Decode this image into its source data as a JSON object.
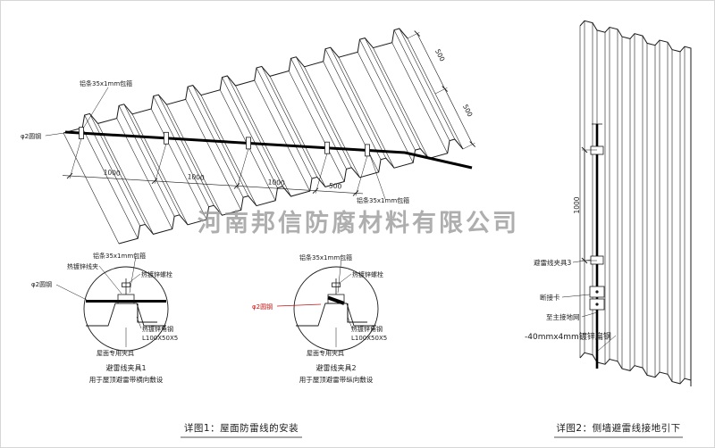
{
  "page": {
    "background": "#ffffff"
  },
  "colors": {
    "line": "#1a1a1a",
    "highlight_red": "#c61010",
    "watermark_gray": "#9a9a9a"
  },
  "watermark": "河南邦信防腐材料有限公司",
  "main_view": {
    "label_strip_top": "铝条35x1mm包箍",
    "label_round_steel": "φ2圆钢",
    "label_strip_bottom": "铝条35x1mm包箍",
    "dim_1000_a": "1000",
    "dim_1000_b": "1000",
    "dim_1000_c": "1000",
    "dim_500_a": "500",
    "dim_500_b": "500",
    "dim_500_c": "500"
  },
  "detail_1": {
    "label_wire_clip": "热镀锌线夹",
    "label_strip": "铝条35x1mm包箍",
    "label_bolt": "热镀锌螺栓",
    "label_round_steel": "φ2圆钢",
    "label_angle_steel": "热镀锌角钢",
    "label_angle_spec": "L100X50X5",
    "label_roof_clamp": "屋面专用夹具",
    "title": "避雷线夹具1",
    "subtitle": "用于屋顶避雷带横向敷设"
  },
  "detail_2": {
    "label_strip": "铝条35x1mm包箍",
    "label_bolt": "热镀锌螺栓",
    "label_round_steel": "φ2圆钢",
    "label_angle_steel": "热镀锌角钢",
    "label_angle_spec": "L100X50X5",
    "label_roof_clamp": "屋面专用夹具",
    "title": "避雷线夹具2",
    "subtitle": "用于屋顶避雷带纵向敷设"
  },
  "wall_view": {
    "dim_1000": "1000",
    "label_clamp3": "避雷线夹具3",
    "label_disconnect": "断接卡",
    "label_to_ground": "至主接地网",
    "label_flat_steel": "-40mmx4mm镀锌扁钢"
  },
  "captions": {
    "detail1": "详图1：屋面防雷线的安装",
    "detail2": "详图2：侧墙避雷线接地引下"
  }
}
